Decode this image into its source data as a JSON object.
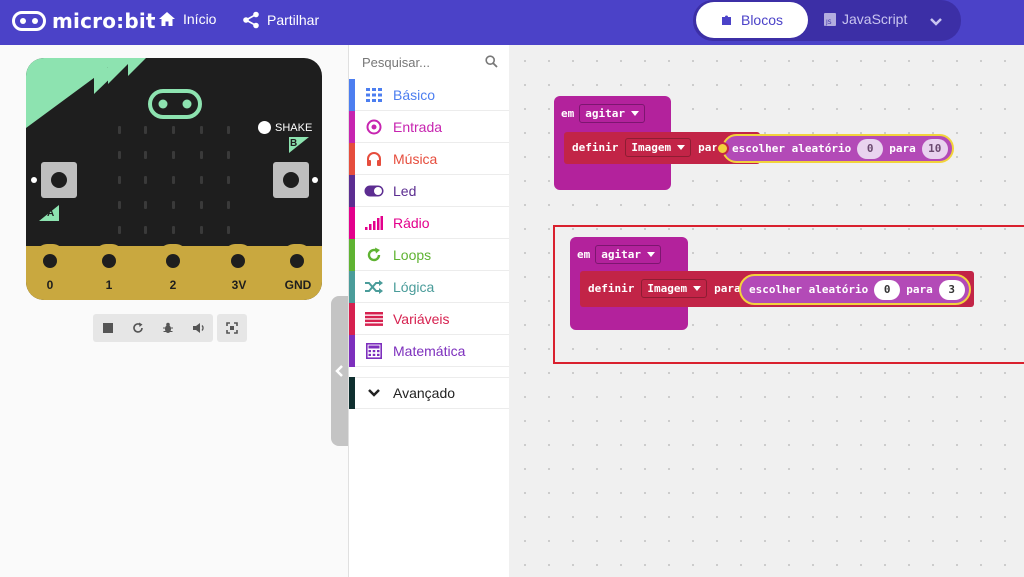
{
  "header": {
    "logo_text": "micro:bit",
    "nav": {
      "home": "Início",
      "share": "Partilhar"
    },
    "editor_toggle": {
      "blocks": "Blocos",
      "javascript": "JavaScript"
    }
  },
  "simulator": {
    "shake_label": "SHAKE",
    "button_a": "A",
    "button_b": "B",
    "pins": [
      "0",
      "1",
      "2",
      "3V",
      "GND"
    ]
  },
  "toolbox": {
    "search_placeholder": "Pesquisar...",
    "categories": [
      {
        "label": "Básico",
        "color": "#4c7ef0",
        "icon": "grid-icon"
      },
      {
        "label": "Entrada",
        "color": "#c724b0",
        "icon": "target-icon"
      },
      {
        "label": "Música",
        "color": "#e64d3d",
        "icon": "headphones-icon"
      },
      {
        "label": "Led",
        "color": "#5c2d91",
        "icon": "toggle-icon"
      },
      {
        "label": "Rádio",
        "color": "#e3008c",
        "icon": "signal-icon"
      },
      {
        "label": "Loops",
        "color": "#5fb332",
        "icon": "refresh-icon"
      },
      {
        "label": "Lógica",
        "color": "#4a9c9a",
        "icon": "shuffle-icon"
      },
      {
        "label": "Variáveis",
        "color": "#d6214f",
        "icon": "list-icon"
      },
      {
        "label": "Matemática",
        "color": "#7d2fbd",
        "icon": "calculator-icon"
      },
      {
        "label": "Avançado",
        "color": "#000000",
        "icon": "chevron-down-icon"
      }
    ]
  },
  "workspace": {
    "block1": {
      "event": "em",
      "event_dropdown": "agitar",
      "set": "definir",
      "variable": "Imagem",
      "to": "para",
      "random": "escolher aleatório",
      "from": "0",
      "range_to": "para",
      "max": "10"
    },
    "block2": {
      "event": "em",
      "event_dropdown": "agitar",
      "set": "definir",
      "variable": "Imagem",
      "to": "para",
      "random": "escolher aleatório",
      "from": "0",
      "range_to": "para",
      "max": "3"
    }
  },
  "colors": {
    "header": "#4b42c8",
    "hat_block": "#b3229c",
    "variable_block": "#c22447",
    "math_block": "#b34ab7",
    "highlight": "#d9202e"
  }
}
